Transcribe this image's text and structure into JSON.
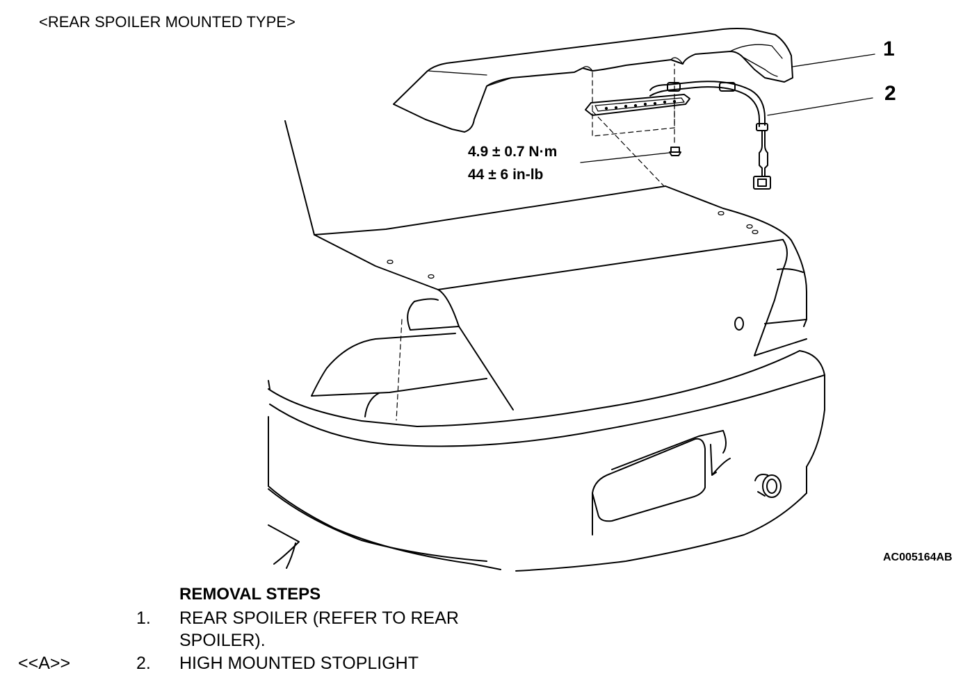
{
  "header": {
    "title": "<REAR SPOILER MOUNTED TYPE>"
  },
  "callouts": {
    "c1": "1",
    "c2": "2"
  },
  "torque": {
    "metric": "4.9 ± 0.7 N·m",
    "imperial": "44 ± 6 in-lb"
  },
  "figure_code": "AC005164AB",
  "removal": {
    "heading": "REMOVAL STEPS",
    "steps": [
      {
        "num": "1.",
        "line1": "REAR SPOILER (REFER TO  REAR",
        "line2": "SPOILER).",
        "marker": ""
      },
      {
        "num": "2.",
        "line1": "HIGH MOUNTED STOPLIGHT",
        "marker": "<<A>>"
      }
    ]
  }
}
